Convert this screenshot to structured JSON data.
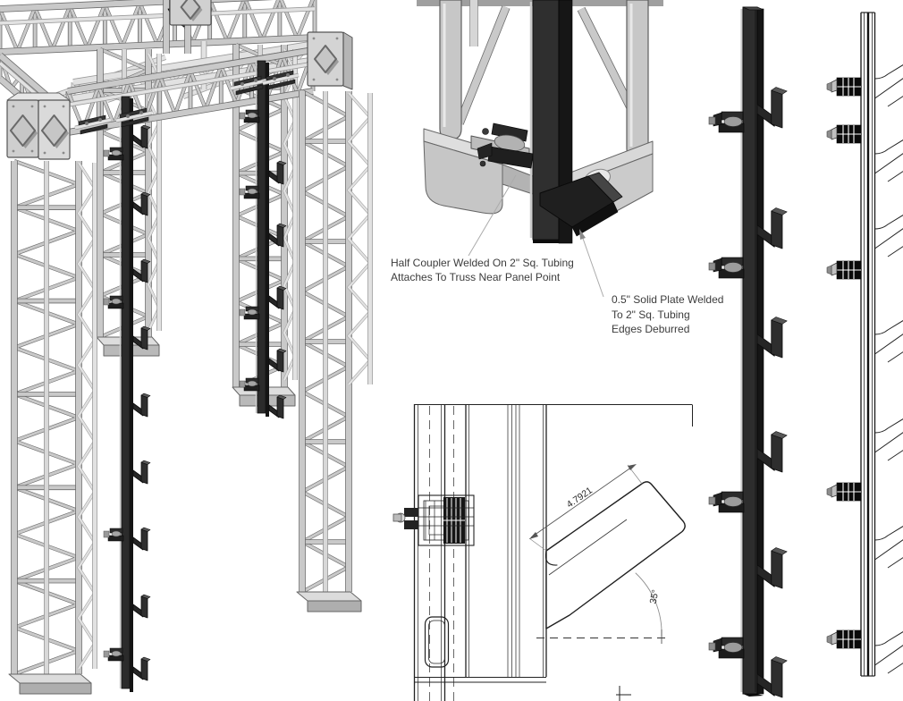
{
  "document": {
    "background": "#ffffff"
  },
  "colors": {
    "truss_fill": "#c9c9c9",
    "truss_light": "#e2e2e2",
    "truss_outline": "#6b6b6b",
    "dark_bar": "#2b2b2b",
    "dark_bar_side": "#141414",
    "dark_bar_highlight": "#cccccc",
    "drawing_line": "#222222",
    "leader_line": "#ababab",
    "annotation_text": "#3c3c3c"
  },
  "annotations": {
    "half_coupler": {
      "line1": "Half Coupler Welded On 2\" Sq. Tubing",
      "line2": "Attaches To Truss Near Panel Point"
    },
    "solid_plate": {
      "line1": "0.5\" Solid Plate Welded",
      "line2": "To 2\" Sq. Tubing",
      "line3": "Edges Deburred"
    }
  },
  "dimensions": {
    "plate_length": "4.7921",
    "plate_angle": "35°"
  }
}
